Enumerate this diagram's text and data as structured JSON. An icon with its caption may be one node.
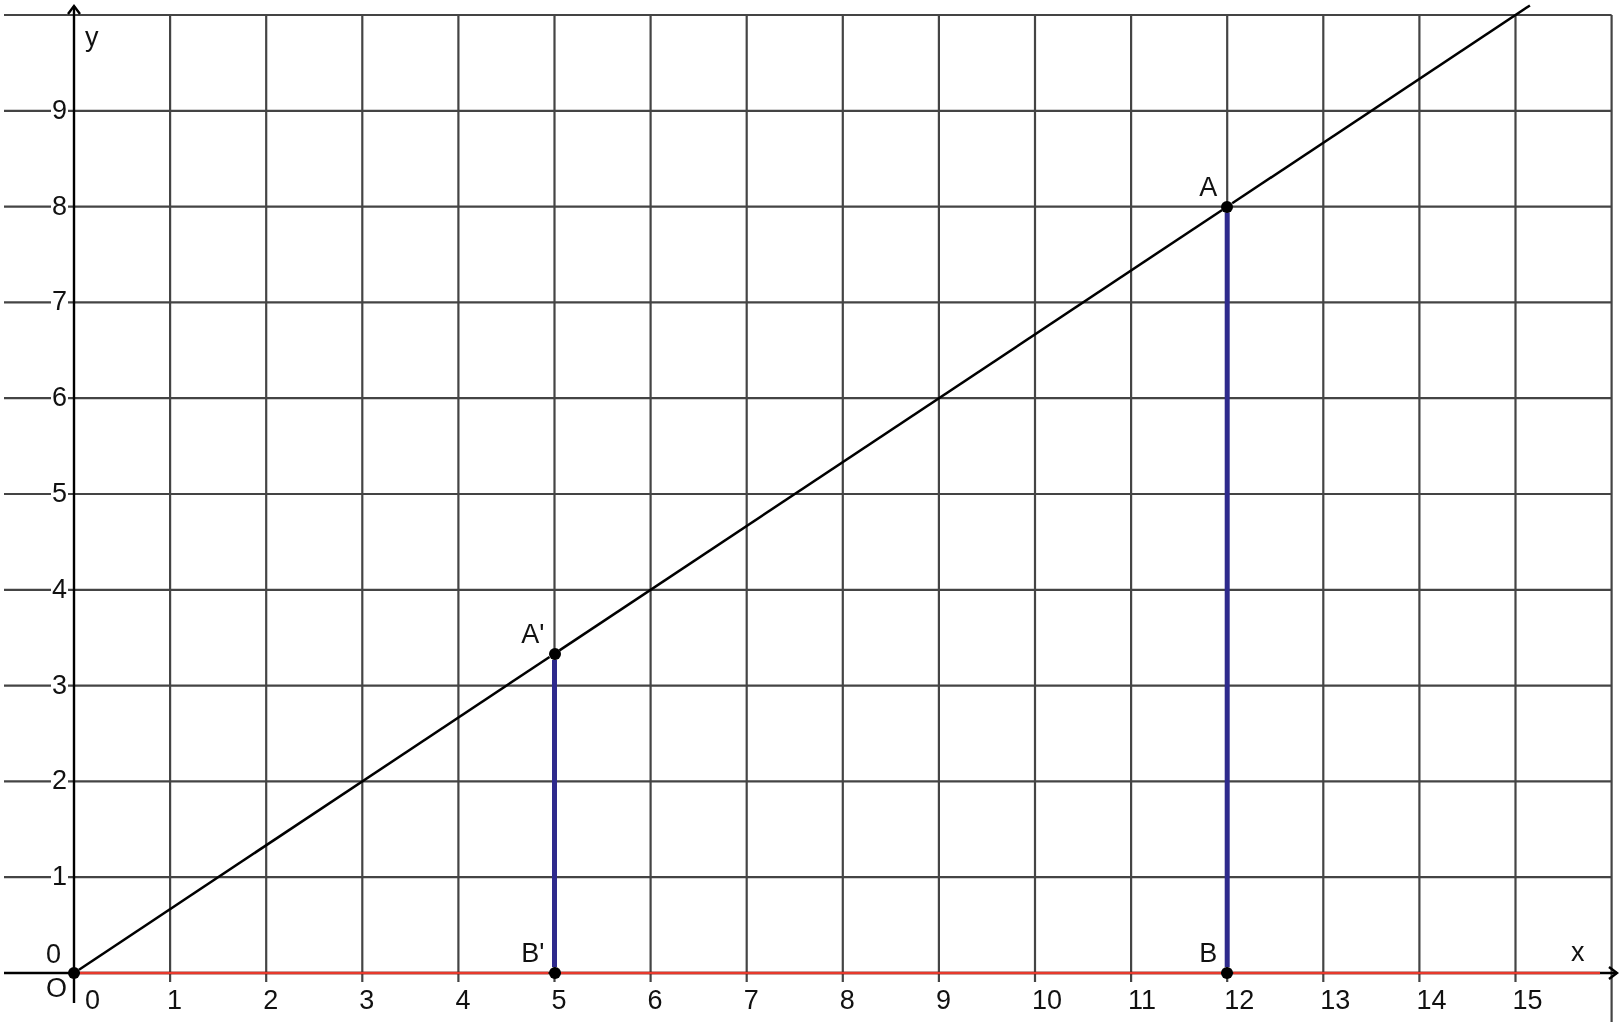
{
  "diagram": {
    "nodes": [
      {
        "text": [
          "O"
        ]
      },
      {
        "text": [
          "A'"
        ]
      },
      {
        "text": [
          "B'"
        ]
      },
      {
        "text": [
          "A"
        ]
      },
      {
        "text": [
          "B"
        ]
      }
    ],
    "edges": [
      {
        "from": 0,
        "to": 1,
        "arrow": "none"
      },
      {
        "from": 1,
        "to": 3,
        "arrow": "none"
      },
      {
        "from": 3,
        "to": null,
        "arrow": "none"
      },
      {
        "from": 1,
        "to": 2,
        "arrow": "none",
        "style": "thick",
        "color": "#2e2a8c"
      },
      {
        "from": 3,
        "to": 4,
        "arrow": "none",
        "style": "thick",
        "color": "#2e2a8c"
      },
      {
        "from": 0,
        "to": 2,
        "arrow": "none",
        "color": "#e8392c"
      },
      {
        "from": 2,
        "to": 4,
        "arrow": "none",
        "color": "#e8392c"
      },
      {
        "from": 4,
        "to": null,
        "arrow": "none",
        "color": "#e8392c"
      }
    ],
    "labels": [
      "y",
      "9",
      "8",
      "7",
      "6",
      "5",
      "4",
      "3",
      "2",
      "1",
      "0",
      "x",
      "0",
      "1",
      "2",
      "3",
      "4",
      "5",
      "6",
      "7",
      "8",
      "9",
      "10",
      "11",
      "12",
      "13",
      "14",
      "15"
    ]
  }
}
